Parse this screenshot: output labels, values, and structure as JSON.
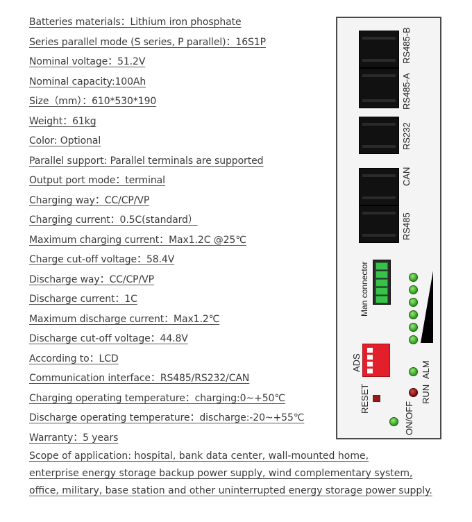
{
  "specs": [
    "Batteries materials：Lithium iron phosphate",
    "Series parallel mode (S series, P parallel)：16S1P",
    "Nominal voltage：51.2V",
    "Nominal capacity:100Ah",
    "Size（mm）：610*530*190",
    "Weight：61kg",
    "Color: Optional",
    "Parallel support: Parallel terminals are supported",
    "Output port mode：terminal",
    "Charging way：CC/CP/VP",
    "Charging current：0.5C(standard）",
    "Maximum charging current：Max1.2C @25℃",
    "Charge cut-off voltage：58.4V",
    "Discharge way：CC/CP/VP",
    "Discharge current：1C",
    "Maximum discharge current：Max1.2℃",
    "Discharge cut-off voltage：44.8V",
    "According to：LCD",
    "Communication interface：RS485/RS232/CAN",
    "Charging operating temperature：charging:0~+50℃",
    "Discharge operating temperature：discharge:-20~+55℃",
    "Warranty：5 years"
  ],
  "scope": [
    "Scope of application: hospital, bank data center, wall-mounted home,",
    "enterprise energy storage backup power supply, wind complementary system,",
    "office, military, base station and other uninterrupted energy storage power supply."
  ],
  "panel": {
    "rs485b": "RS485-B",
    "rs485a": "RS485-A",
    "rs232": "RS232",
    "can": "CAN",
    "rs485": "RS485",
    "main_connector": "Man connector",
    "ads": "ADS",
    "alm": "ALM",
    "run": "RUN",
    "reset": "RESET",
    "onoff": "ON/OFF"
  },
  "colors": {
    "led_green": "#3fae2a",
    "led_red": "#8a1010",
    "dip": "#e21f2a",
    "connector_pin": "#37c24a"
  }
}
